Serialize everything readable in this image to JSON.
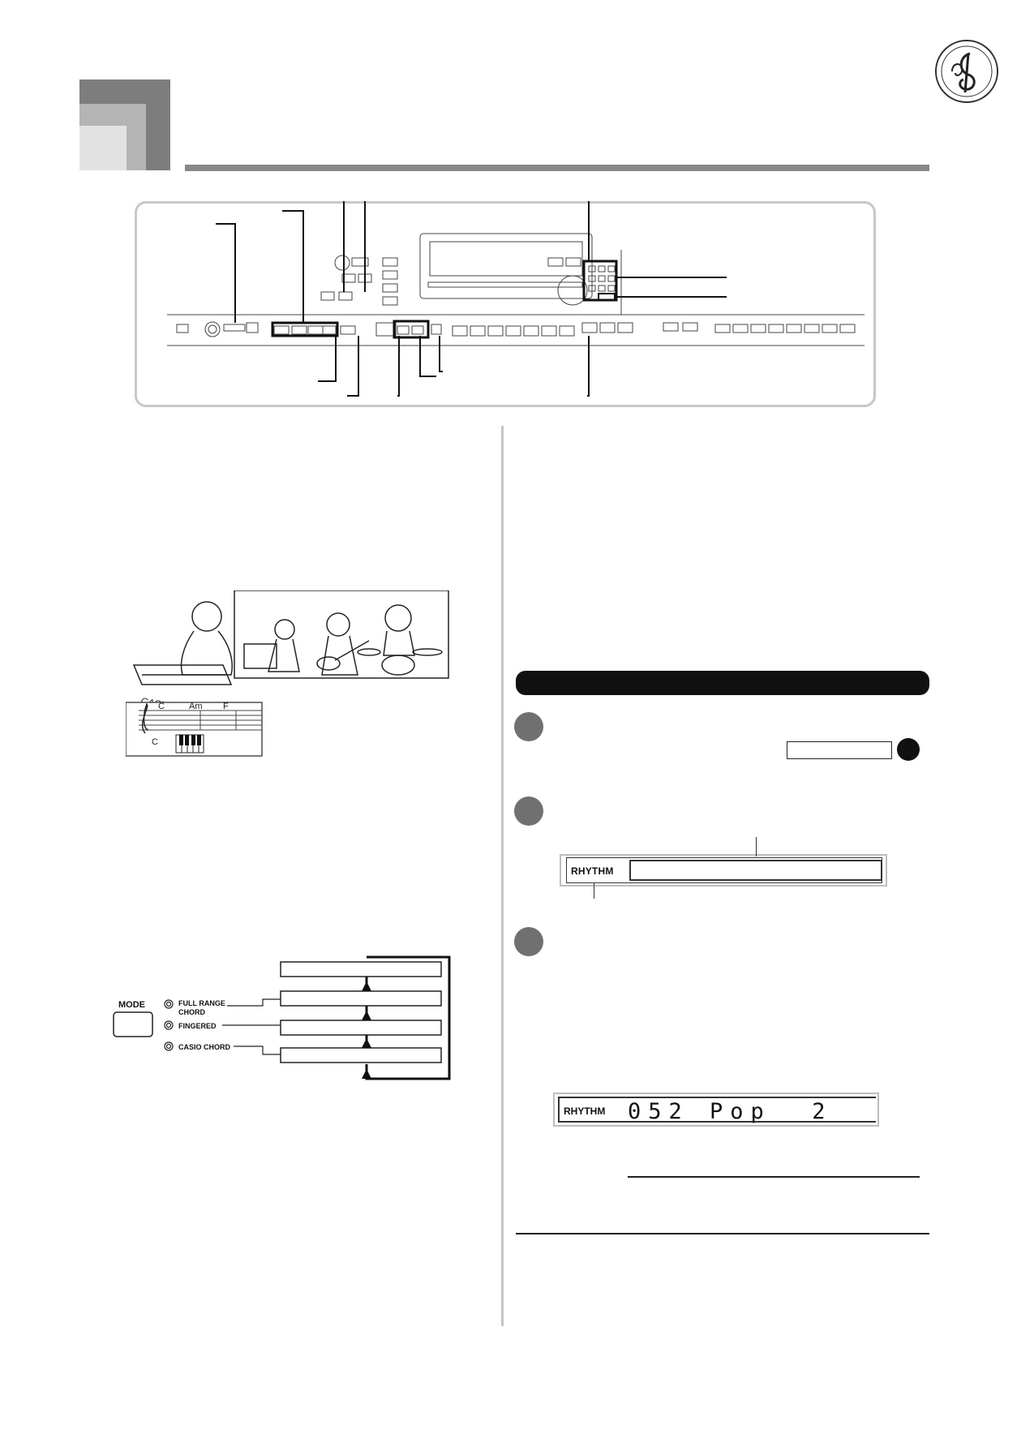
{
  "logo": {
    "icon": "treble-clef-seal-icon"
  },
  "illustration": {
    "brand": "CASIO",
    "chords": [
      "C",
      "Am",
      "F"
    ],
    "bass_chord": "C"
  },
  "mode_diagram": {
    "button_label": "MODE",
    "options": [
      "FULL RANGE\nCHORD",
      "FINGERED",
      "CASIO CHORD"
    ]
  },
  "display": {
    "rhythm_label": "RHYTHM",
    "rhythm_value": "052 Pop  2"
  },
  "colors": {
    "header_dark": "#7d7d7d",
    "header_mid": "#b4b4b4",
    "header_light": "#e2e2e2",
    "step_circle": "#707070",
    "section_bar": "#111111"
  }
}
